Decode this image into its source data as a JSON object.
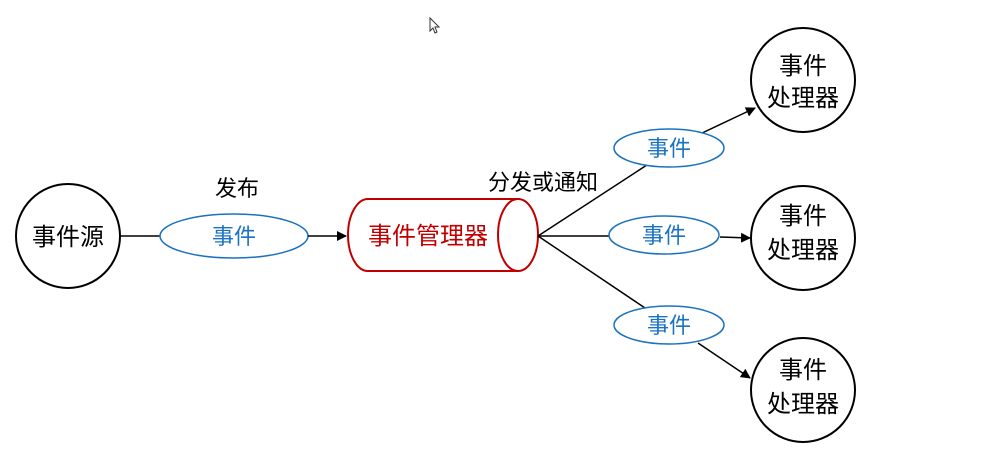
{
  "source": {
    "label": "事件源"
  },
  "publish_label": "发布",
  "dispatch_label": "分发或通知",
  "manager": {
    "label": "事件管理器"
  },
  "events": {
    "incoming": "事件",
    "top": "事件",
    "middle": "事件",
    "bottom": "事件"
  },
  "handlers": [
    {
      "line1": "事件",
      "line2": "处理器"
    },
    {
      "line1": "事件",
      "line2": "处理器"
    },
    {
      "line1": "事件",
      "line2": "处理器"
    }
  ],
  "colors": {
    "event": "#1a72c0",
    "manager": "#c00000",
    "line": "#000000"
  }
}
